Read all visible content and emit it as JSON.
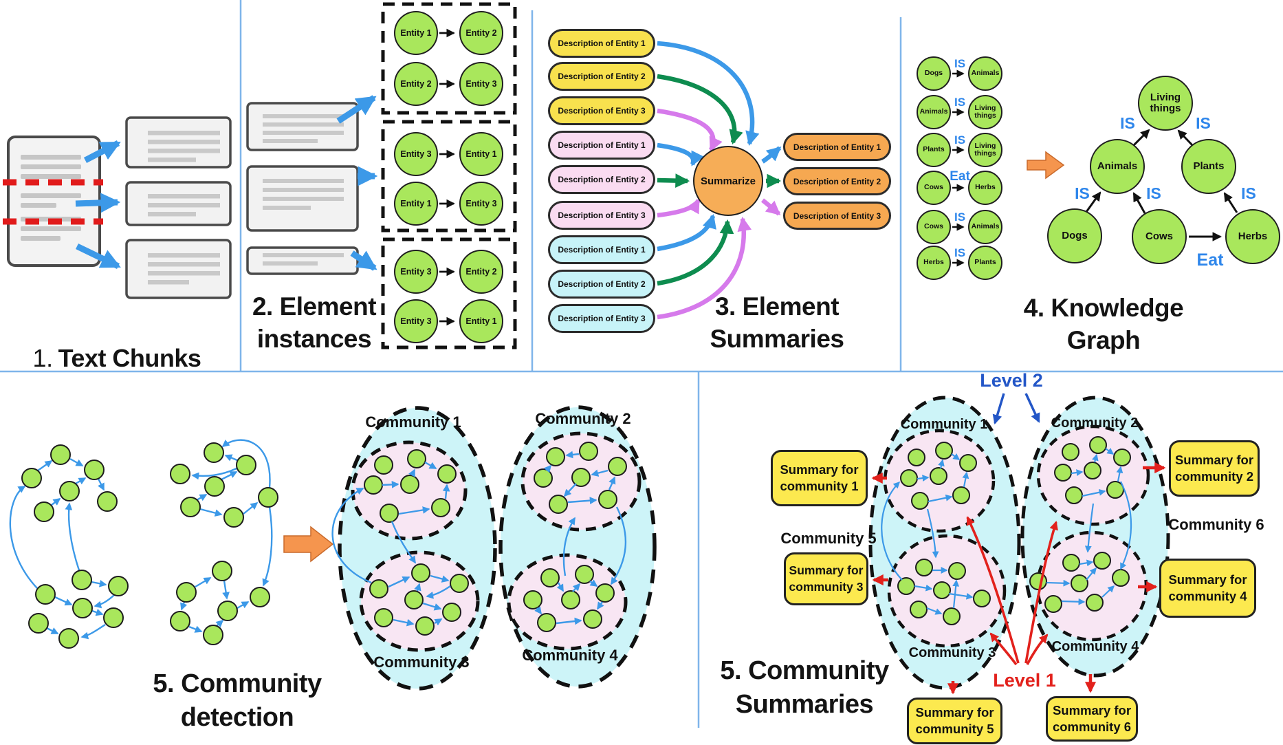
{
  "s1": {
    "number": "1.",
    "title": "Text Chunks"
  },
  "s2": {
    "title": "2. Element\ninstances",
    "boxes": [
      {
        "rows": [
          {
            "from": "Entity 1",
            "to": "Entity 2"
          },
          {
            "from": "Entity 2",
            "to": "Entity 3"
          }
        ]
      },
      {
        "rows": [
          {
            "from": "Entity 3",
            "to": "Entity 1"
          },
          {
            "from": "Entity 1",
            "to": "Entity 3"
          }
        ]
      },
      {
        "rows": [
          {
            "from": "Entity 3",
            "to": "Entity 2"
          },
          {
            "from": "Entity 3",
            "to": "Entity 1"
          }
        ]
      }
    ]
  },
  "s3": {
    "title": "3. Element\nSummaries",
    "inputs": [
      "Description of Entity 1",
      "Description of Entity 2",
      "Description of Entity 3",
      "Description of Entity 1",
      "Description of Entity 2",
      "Description of Entity 3",
      "Description of Entity 1",
      "Description of Entity 2",
      "Description of Entity 3"
    ],
    "hub": "Summarize",
    "outputs": [
      "Description of Entity 1",
      "Description of Entity 2",
      "Description of Entity 3"
    ]
  },
  "s4": {
    "title": "4. Knowledge\nGraph",
    "pairs": [
      {
        "from": "Dogs",
        "rel": "IS",
        "to": "Animals"
      },
      {
        "from": "Animals",
        "rel": "IS",
        "to": "Living things"
      },
      {
        "from": "Plants",
        "rel": "IS",
        "to": "Living things"
      },
      {
        "from": "Cows",
        "rel": "Eat",
        "to": "Herbs"
      },
      {
        "from": "Cows",
        "rel": "IS",
        "to": "Animals"
      },
      {
        "from": "Herbs",
        "rel": "IS",
        "to": "Plants"
      }
    ],
    "graph": {
      "nodes": [
        "Living things",
        "Animals",
        "Plants",
        "Dogs",
        "Cows",
        "Herbs"
      ],
      "edge_labels": [
        "IS",
        "IS",
        "IS",
        "IS",
        "IS",
        "Eat"
      ]
    }
  },
  "s5a": {
    "title": "5. Community\ndetection",
    "communities": [
      "Community 1",
      "Community 2",
      "Community 3",
      "Community 4"
    ]
  },
  "s5b": {
    "title": "5. Community\nSummaries",
    "level2": "Level 2",
    "level1": "Level 1",
    "communities": [
      "Community 1",
      "Community 2",
      "Community 3",
      "Community 4"
    ],
    "outer_communities": [
      "Community 5",
      "Community 6"
    ],
    "summaries": [
      "Summary for\ncommunity 1",
      "Summary for\ncommunity 2",
      "Summary for\ncommunity 3",
      "Summary for\ncommunity 4",
      "Summary for\ncommunity 5",
      "Summary for\ncommunity 6"
    ]
  },
  "colors": {
    "node_green": "#a9e75c",
    "yellow": "#f8e14e",
    "pink": "#fadbf1",
    "cyan_pill": "#c7f3f8",
    "orange": "#f6a851",
    "cyan_fill": "#cdf4f8",
    "pink_fill": "#f8e6f3",
    "arrow_blue": "#3c99e8",
    "arrow_green": "#0e8c4f",
    "arrow_magenta": "#d67aeb",
    "red": "#e21e1e",
    "label_blue": "#2e86eb",
    "level2_blue": "#2356c7",
    "divider_blue": "#7fb5ea"
  }
}
